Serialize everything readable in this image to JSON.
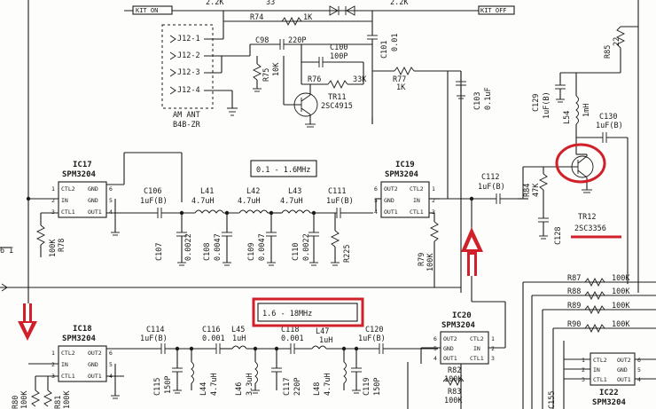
{
  "top": {
    "wire_left": "KIT_ON",
    "wire_right": "KIT_OFF",
    "r_top_a": "2.2K",
    "r_top_b": "33",
    "r_top_c": "2.2K",
    "r74": "R74",
    "r74_val": "1K"
  },
  "jack": {
    "pins": [
      "J12-1",
      "J12-2",
      "J12-3",
      "J12-4"
    ],
    "caption1": "AM ANT",
    "caption2": "B4B-ZR"
  },
  "comps": {
    "c98": "C98",
    "c98_val": "220P",
    "c100": "C100",
    "c100_val": "100P",
    "c101": "C101",
    "c101_val": "0.01",
    "r75": "R75",
    "r75_val": "10K",
    "r76": "R76",
    "r76_val": "33K",
    "tr11": "TR11",
    "tr11_part": "2SC4915",
    "r77": "R77",
    "r77_val": "1K",
    "c103": "C103",
    "c103_val": "0.1uF",
    "r85": "R85",
    "r85_val": "22",
    "c129": "C129",
    "c129_val": "1uF(B)",
    "l54": "L54",
    "l54_val": "1mH",
    "c130": "C130",
    "c130_val": "1uF(B)",
    "r84": "R84",
    "r84_val": "47K",
    "c128": "C128",
    "tr12": "TR12",
    "tr12_part": "2SC3356",
    "c112": "C112",
    "c112_val": "1uF(B)",
    "r79": "R79",
    "r79_val": "100K",
    "r78": "R78",
    "r78_val": "100K",
    "c106": "C106",
    "c106_val": "1uF(B)",
    "l41": "L41",
    "l41_val": "4.7uH",
    "l42": "L42",
    "l42_val": "4.7uH",
    "l43": "L43",
    "l43_val": "4.7uH",
    "c111": "C111",
    "c111_val": "1uF(B)",
    "c107": "C107",
    "c107_val": "0.0022",
    "c108": "C108",
    "c108_val": "0.0047",
    "c109": "C109",
    "c109_val": "0.0047",
    "c110": "C110",
    "c110_val": "0.0022",
    "r225": "R225",
    "c114": "C114",
    "c114_val": "1uF(B)",
    "c116": "C116",
    "c116_val": "0.001",
    "l45": "L45",
    "l45_val": "1uH",
    "c118": "C118",
    "c118_val": "0.001",
    "l47": "L47",
    "l47_val": "1uH",
    "c120": "C120",
    "c120_val": "1uF(B)",
    "c115": "C115",
    "c115_val": "150P",
    "l44": "L44",
    "l44_val": "4.7uH",
    "l46": "L46",
    "l46_val": "3.3uH",
    "c117": "C117",
    "c117_val": "220P",
    "l48": "L48",
    "l48_val": "4.7uH",
    "c119": "C119",
    "c119_val": "150P",
    "r80": "R80",
    "r80_val": "100K",
    "r81": "R81",
    "r81_val": "100K",
    "r82": "R82",
    "r82_val": "100K",
    "r83": "R83",
    "r83_val": "100K",
    "r87": "R87",
    "r87_val": "100K",
    "r88": "R88",
    "r88_val": "100K",
    "r89": "R89",
    "r89_val": "100K",
    "r90": "R90",
    "r90_val": "100K",
    "c155": "C155"
  },
  "ics": {
    "ic17": {
      "ref": "IC17",
      "part": "SPM3204"
    },
    "ic19": {
      "ref": "IC19",
      "part": "SPM3204"
    },
    "ic18": {
      "ref": "IC18",
      "part": "SPM3204"
    },
    "ic20": {
      "ref": "IC20",
      "part": "SPM3204"
    },
    "ic22": {
      "ref": "IC22",
      "part": "SPM3204"
    }
  },
  "pins": {
    "ctl2": "CTL2",
    "out2": "OUT2",
    "gnd": "GND",
    "in": "IN",
    "ctl1": "CTL1",
    "out1": "OUT1",
    "n1": "1",
    "n2": "2",
    "n3": "3",
    "n4": "4",
    "n5": "5",
    "n6": "6"
  },
  "bands": {
    "low": "0.1 - 1.6MHz",
    "high": "1.6 - 18MHz"
  },
  "edge": {
    "left_mark": "6 I"
  },
  "colors": {
    "highlight": "#d0202a",
    "ink": "#1a1a1a",
    "paper": "#fdfdfb"
  }
}
